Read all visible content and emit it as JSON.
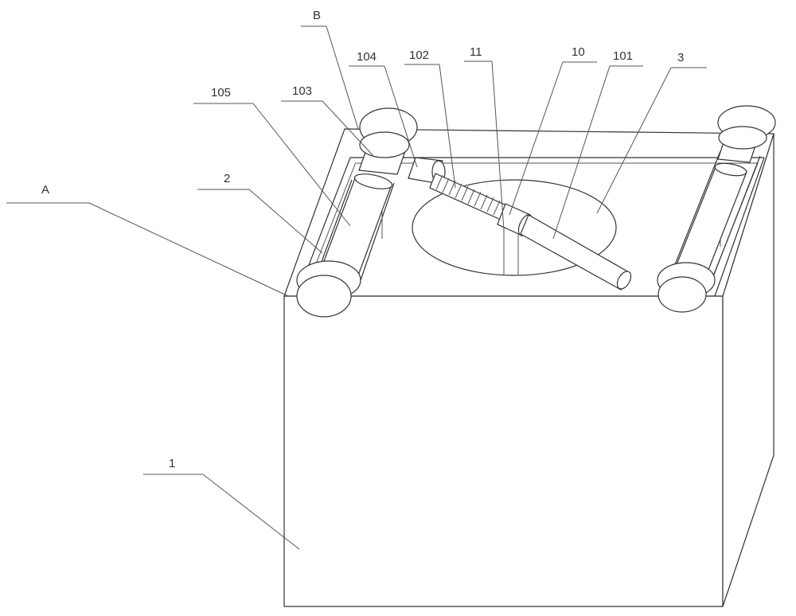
{
  "labels": {
    "A": "A",
    "B": "B",
    "n1": "1",
    "n2": "2",
    "n3": "3",
    "n10": "10",
    "n11": "11",
    "n101": "101",
    "n102": "102",
    "n103": "103",
    "n104": "104",
    "n105": "105"
  },
  "colors": {
    "line": "#333333",
    "background": "#ffffff"
  }
}
